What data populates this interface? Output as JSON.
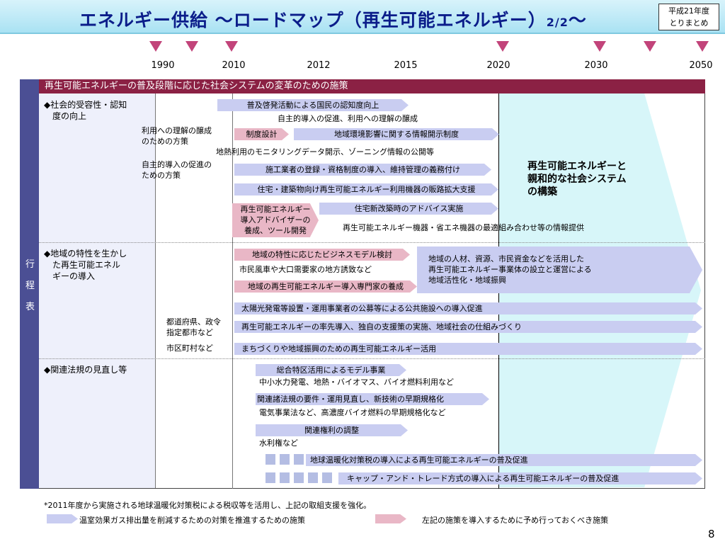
{
  "header": {
    "title": "エネルギー供給 〜ロードマップ（再生可能エネルギー）",
    "title_page": "2/2",
    "title_tail": "〜",
    "date_line1": "平成21年度",
    "date_line2": "とりまとめ"
  },
  "years": [
    "1990",
    "2010",
    "2012",
    "2015",
    "2020",
    "2030",
    "2050"
  ],
  "sidebar": {
    "chars": [
      "行",
      "程",
      "表"
    ]
  },
  "band": "再生可能エネルギーの普及段階に応じた社会システムの変革のための施策",
  "goal": {
    "line1": "再生可能エネルギーと",
    "line2": "親和的な社会システム",
    "line3": "の構築"
  },
  "sections": {
    "s1": {
      "title_line1": "◆社会的受容性・認知",
      "title_line2": "度の向上",
      "sub1_line1": "利用への理解の醸成",
      "sub1_line2": "のための方策",
      "sub2_line1": "自主的導入の促進の",
      "sub2_line2": "ための方策",
      "bar_awareness": "普及啓発活動による国民の認知度向上",
      "ann_awareness": "自主的導入の促進、利用への理解の醸成",
      "bar_system": "制度設計",
      "bar_disclosure": "地域環境影響に関する情報開示制度",
      "ann_monitoring": "地熱利用のモニタリングデータ開示、ゾーニング情報の公開等",
      "bar_registration": "施工業者の登録・資格制度の導入、維持管理の義務付け",
      "bar_sales": "住宅・建築物向け再生可能エネルギー利用機器の販路拡大支援",
      "bar_adviser_line1": "再生可能エネルギー",
      "bar_adviser_line2": "導入アドバイザーの",
      "bar_adviser_line3": "養成、ツール開発",
      "bar_advice": "住宅新改築時のアドバイス実施",
      "ann_combo": "再生可能エネルギー機器・省エネ機器の最適組み合わせ等の情報提供"
    },
    "s2": {
      "title_line1": "◆地域の特性を生かし",
      "title_line2": "た再生可能エネル",
      "title_line3": "ギーの導入",
      "sub1_line1": "都道府県、政令",
      "sub1_line2": "指定都市など",
      "sub2": "市区町村など",
      "bar_business": "地域の特性に応じたビジネスモデル検討",
      "ann_business": "市民風車や大口需要家の地方誘致など",
      "big_line1": "地域の人材、資源、市民資金などを活用した",
      "big_line2": "再生可能エネルギー事業体の設立と運営による",
      "big_line3": "地域活性化・地域振興",
      "bar_specialists": "地域の再生可能エネルギー導入専門家の養成",
      "bar_solar": "太陽光発電等設置・運用事業者の公募等による公共施設への導入促進",
      "bar_pioneer": "再生可能エネルギーの率先導入、独自の支援策の実施、地域社会の仕組みづくり",
      "bar_town": "まちづくりや地域振興のための再生可能エネルギー活用"
    },
    "s3": {
      "title": "◆関連法規の見直し等",
      "bar_special_zone": "総合特区活用によるモデル事業",
      "ann_special_zone": "中小水力発電、地熱・バイオマス、バイオ燃料利用など",
      "bar_regulations": "関連諸法規の要件・運用見直し、新技術の早期規格化",
      "ann_regulations": "電気事業法など、高濃度バイオ燃料の早期規格化など",
      "bar_rights": "関連権利の調整",
      "ann_rights": "水利権など",
      "bar_carbon_tax": "地球温暖化対策税の導入による再生可能エネルギーの普及促進",
      "bar_cap_trade": "キャップ・アンド・トレード方式の導入による再生可能エネルギーの普及促進"
    }
  },
  "footnote": "*2011年度から実施される地球温暖化対策税による税収等を活用し、上記の取組支援を強化。",
  "legend": {
    "blue_label": "温室効果ガス排出量を削減するための対策を推進するための施策",
    "pink_label": "左記の施策を導入するために予め行っておくべき施策"
  },
  "page_number": "8",
  "colors": {
    "title": "#0b1d8a",
    "band": "#8b2144",
    "sidebar": "#4b4f94",
    "measure_bar": "#c9cdf1",
    "prep_bar": "#e9b7c6",
    "marker": "#c2447a",
    "goal_arrow": "#d7f6f9"
  }
}
